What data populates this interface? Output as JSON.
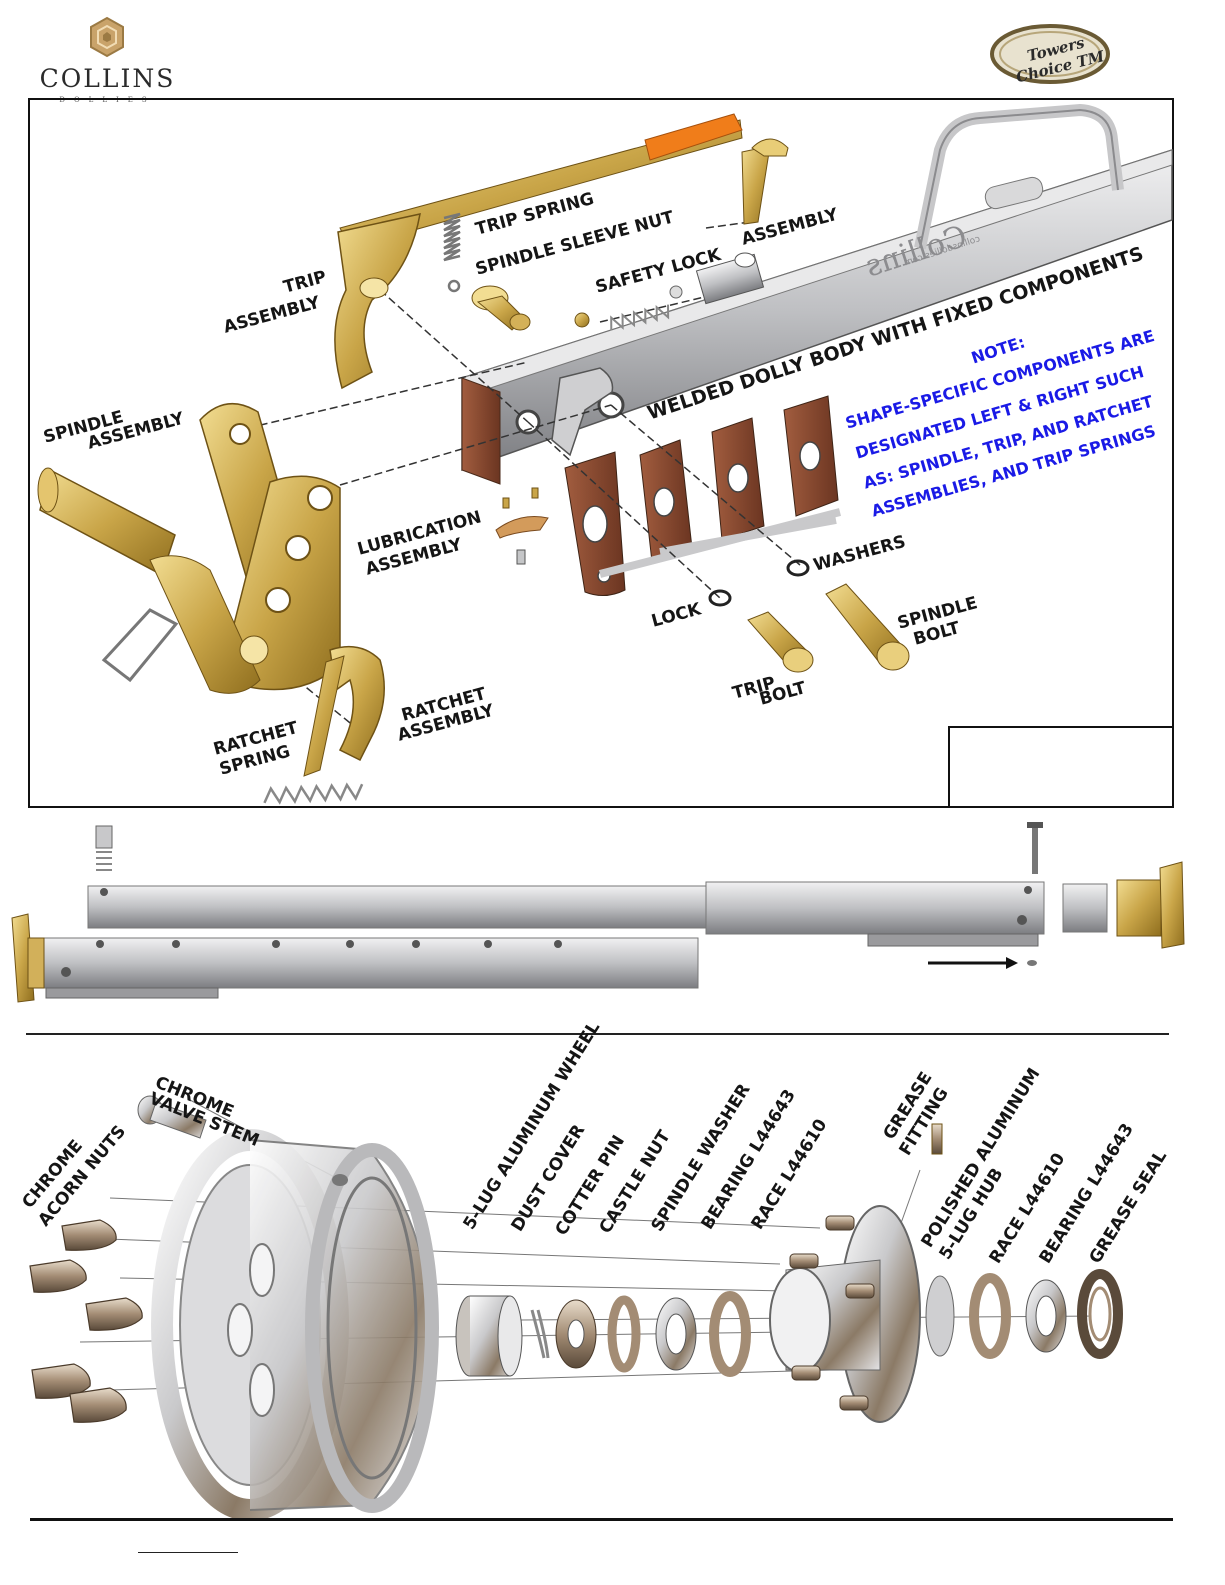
{
  "colors": {
    "brass": "#c9a548",
    "brass_dark": "#8f6e1e",
    "steel": "#b9b9bc",
    "steel_dark": "#6f7074",
    "rust": "#8b4a32",
    "orange": "#f07d1a",
    "note_blue": "#1a1ae6",
    "chrome": "#d7d7d9"
  },
  "brand": {
    "left_logo": "COLLINS",
    "left_sub": "DOLLIES",
    "right_logo": "Towers Choice TM"
  },
  "top_section": {
    "labels": {
      "trip_spring": "TRIP SPRING",
      "spindle_sleeve_nut": "SPINDLE SLEEVE NUT",
      "safety_lock": "SAFETY LOCK",
      "assembly_top": "ASSEMBLY",
      "trip": "TRIP",
      "trip_assembly": "ASSEMBLY",
      "spindle": "SPINDLE",
      "spindle_assembly": "ASSEMBLY",
      "welded_body": "WELDED DOLLY BODY WITH FIXED COMPONENTS",
      "lubrication": "LUBRICATION",
      "lubrication_assembly": "ASSEMBLY",
      "washers": "WASHERS",
      "lock": "LOCK",
      "spindle_bolt_1": "SPINDLE",
      "spindle_bolt_2": "BOLT",
      "trip_bolt_1": "TRIP",
      "trip_bolt_2": "BOLT",
      "ratchet_spring_1": "RATCHET",
      "ratchet_spring_2": "SPRING",
      "ratchet_assembly_1": "RATCHET",
      "ratchet_assembly_2": "ASSEMBLY"
    },
    "note_lines": [
      "NOTE:",
      "SHAPE-SPECIFIC COMPONENTS ARE",
      "DESIGNATED  LEFT  & RIGHT SUCH",
      "AS: SPINDLE, TRIP, AND RATCHET",
      "ASSEMBLIES, AND TRIP SPRINGS"
    ],
    "body_engraving": "Collins",
    "body_engraving_sub": "collinsdollies.com"
  },
  "bottom_section": {
    "labels": {
      "chrome_valve_stem_1": "CHROME",
      "chrome_valve_stem_2": "VALVE STEM",
      "aluminum_wheel": "5-LUG ALUMINUM WHEEL",
      "dust_cover": "DUST COVER",
      "cotter_pin": "COTTER PIN",
      "castle_nut": "CASTLE NUT",
      "spindle_washer": "SPINDLE WASHER",
      "bearing_l44643_a": "BEARING L44643",
      "race_l44610_a": "RACE L44610",
      "grease_fitting_1": "GREASE",
      "grease_fitting_2": "FITTING",
      "polished_hub_1": "POLISHED ALUMINUM",
      "polished_hub_2": "5-LUG HUB",
      "race_l44610_b": "RACE L44610",
      "bearing_l44643_b": "BEARING L44643",
      "grease_seal": "GREASE SEAL",
      "acorn_nuts_1": "CHROME",
      "acorn_nuts_2": "ACORN NUTS"
    }
  }
}
